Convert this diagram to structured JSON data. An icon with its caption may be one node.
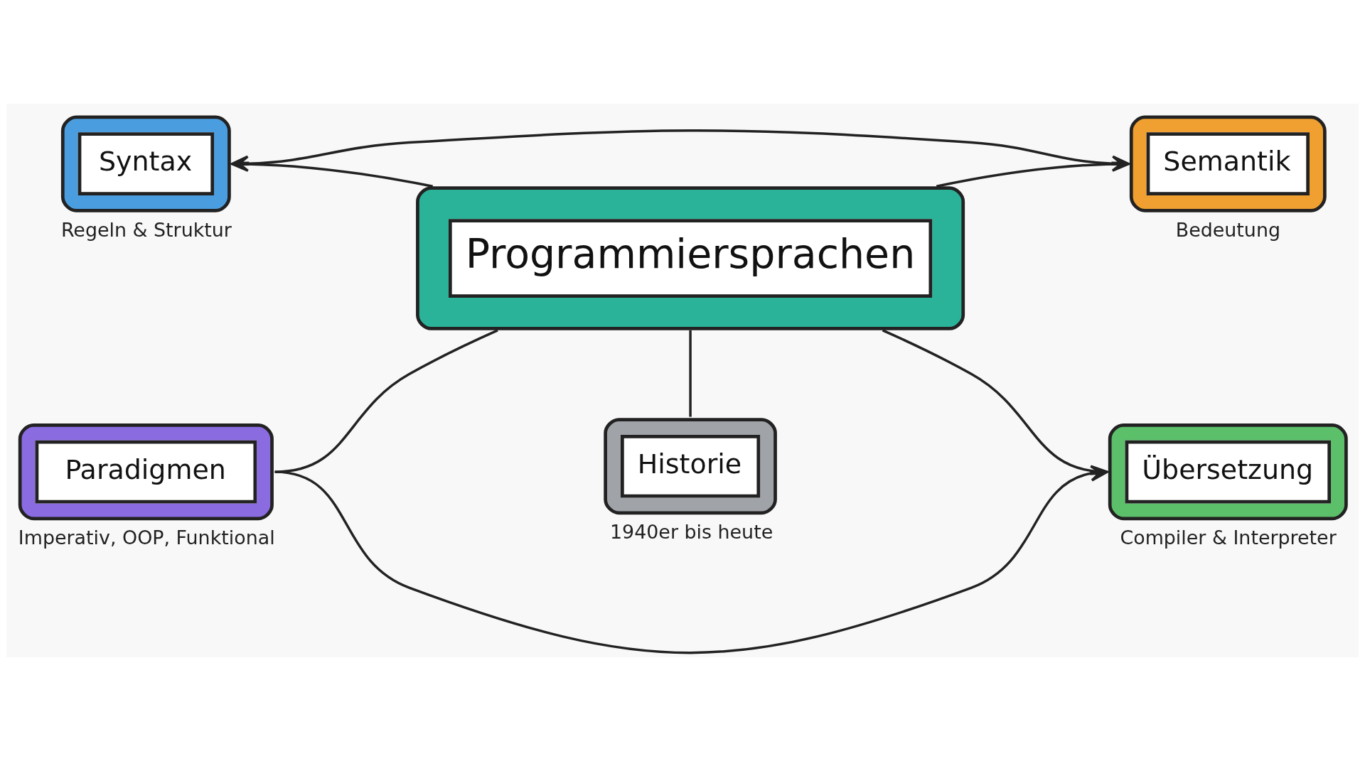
{
  "diagram": {
    "nodes": [
      {
        "text": [
          "Syntax"
        ],
        "beside": [
          "Regeln & Struktur"
        ]
      },
      {
        "text": [
          "Semantik"
        ],
        "beside": [
          "Bedeutung"
        ]
      },
      {
        "text": [
          "Programmiersprachen"
        ]
      },
      {
        "text": [
          "Paradigmen"
        ],
        "beside": [
          "Imperativ, OOP, Funktional"
        ]
      },
      {
        "text": [
          "Übersetzung"
        ],
        "beside": [
          "Compiler & Interpreter"
        ]
      },
      {
        "text": [
          "Historie"
        ],
        "beside": [
          "1940er bis heute"
        ]
      }
    ],
    "edges": [
      {
        "from": 0,
        "to": 1,
        "arrow": "both"
      },
      {
        "from": 0,
        "to": 2,
        "arrow": "none"
      },
      {
        "from": 2,
        "to": 1,
        "arrow": "none"
      },
      {
        "from": 3,
        "to": 2,
        "arrow": "none"
      },
      {
        "from": 2,
        "to": 4,
        "arrow": "none"
      },
      {
        "from": 2,
        "to": 5,
        "arrow": "none"
      },
      {
        "from": 3,
        "to": 4,
        "arrow": "to"
      }
    ]
  }
}
